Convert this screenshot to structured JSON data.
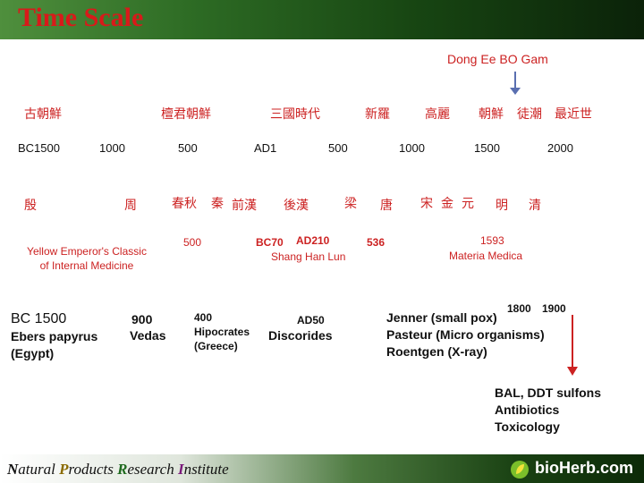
{
  "title": "Time Scale",
  "callout_top": "Dong Ee BO Gam",
  "korean_periods": [
    "古朝鮮",
    "檀君朝鮮",
    "三國時代",
    "新羅",
    "高麗",
    "朝鮮",
    "徒潮",
    "最近世"
  ],
  "years": [
    "BC1500",
    "1000",
    "500",
    "AD1",
    "500",
    "1000",
    "1500",
    "2000"
  ],
  "chinese_dynasties": [
    "殷",
    "周",
    "春秋",
    "秦",
    "前漢",
    "後漢",
    "梁",
    "唐",
    "宋",
    "金",
    "元",
    "明",
    "清"
  ],
  "events_mid": {
    "yellow_emperor": "Yellow Emperor's Classic\nof Internal Medicine",
    "y500": "500",
    "bc70_label": "BC70",
    "ad210_label": "AD210",
    "shang_han": "Shang Han Lun",
    "y536": "536",
    "y1593": "1593",
    "materia": "Materia Medica"
  },
  "events_lower": {
    "bc1500": "BC 1500",
    "ebers": "Ebers papyrus\n(Egypt)",
    "y900": "900",
    "vedas": "Vedas",
    "y400": "400",
    "hipocrates": "Hipocrates\n(Greece)",
    "ad50": "AD50",
    "discorides": "Discorides",
    "y1800": "1800",
    "y1900": "1900",
    "modern": "Jenner (small pox)\nPasteur (Micro organisms)\nRoentgen (X-ray)"
  },
  "bottom_note": "BAL, DDT sulfons\nAntibiotics\nToxicology",
  "footer": {
    "n": "N",
    "atural": "atural ",
    "p": "P",
    "roducts": "roducts ",
    "r": "R",
    "esearch": "esearch ",
    "i": "I",
    "nstitute": "nstitute",
    "brand": "bioHerb.com"
  },
  "colors": {
    "title": "#d81a1a",
    "korean": "#cc2222",
    "arrow": "#cc2222",
    "header_dark": "#174512"
  }
}
